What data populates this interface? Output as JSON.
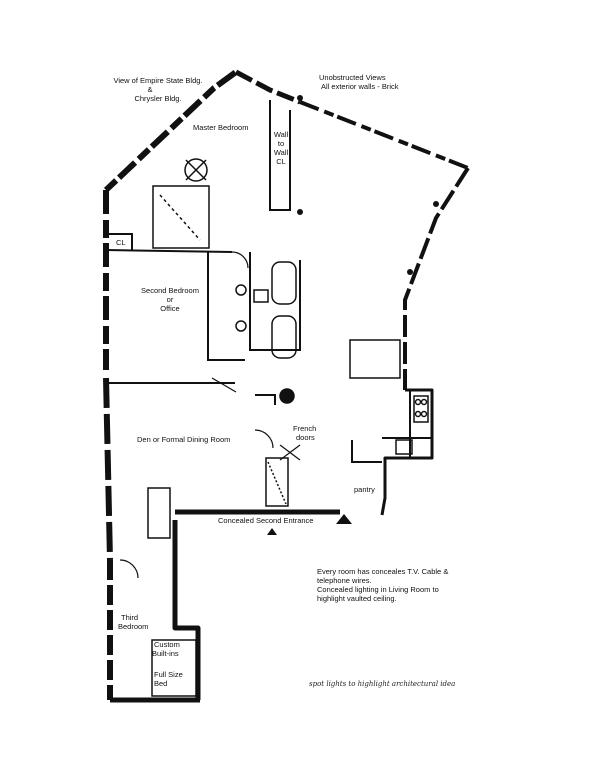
{
  "labels": {
    "view_title": "View of Empire State Bldg.",
    "view_amp": "&",
    "view_chrysler": "Chrysler Bldg.",
    "unobstructed": "Unobstructed Views",
    "exterior_walls": "All exterior walls - Brick",
    "master_bedroom": "Master Bedroom",
    "wall_to_wall_1": "Wall",
    "wall_to_wall_2": "to",
    "wall_to_wall_3": "Wall",
    "wall_to_wall_4": "CL",
    "cl_left": "CL",
    "second_bedroom_1": "Second Bedroom",
    "second_bedroom_2": "or",
    "second_bedroom_3": "Office",
    "den": "Den or Formal Dining Room",
    "french_1": "French",
    "french_2": "doors",
    "pantry": "pantry",
    "concealed_entrance": "Concealed Second Entrance",
    "third_bedroom_1": "Third",
    "third_bedroom_2": "Bedroom",
    "custom_1": "Custom",
    "custom_2": "Built-ins",
    "full_size_1": "Full Size",
    "full_size_2": "Bed"
  },
  "notes": {
    "line1": "Every room has conceales T.V. Cable &",
    "line2": "telephone wires.",
    "line3": "Concealed lighting in Living Room to",
    "line4": "highlight vaulted ceiling.",
    "handwritten": "spot lights to highlight architectural idea"
  }
}
